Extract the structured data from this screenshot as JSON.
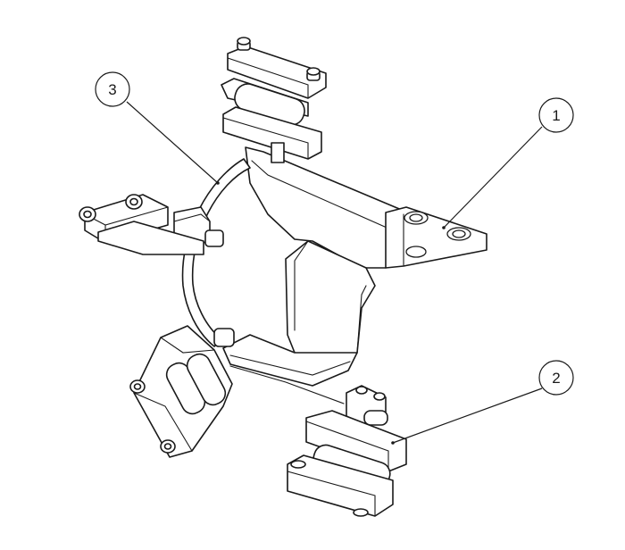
{
  "balloons": [
    {
      "id": "balloon-1",
      "label": "1"
    },
    {
      "id": "balloon-2",
      "label": "2"
    },
    {
      "id": "balloon-3",
      "label": "3"
    }
  ]
}
